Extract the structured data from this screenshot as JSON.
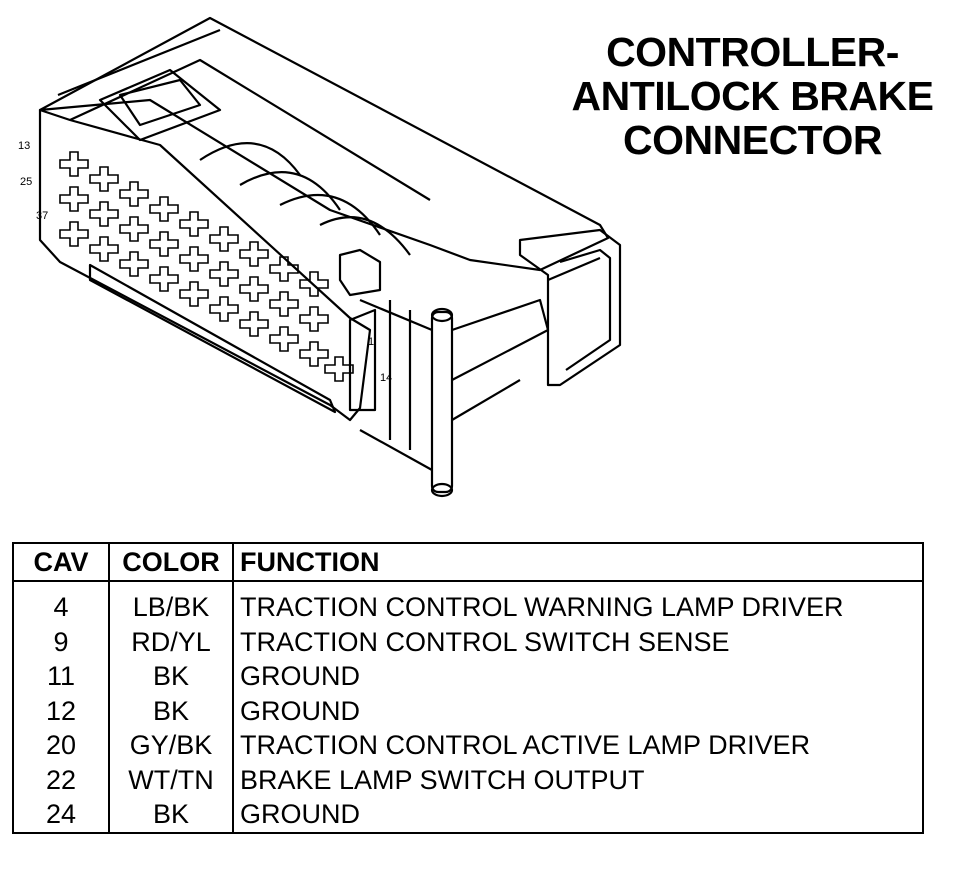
{
  "title": {
    "line1": "CONTROLLER-",
    "line2": "ANTILOCK BRAKE",
    "line3": "CONNECTOR"
  },
  "connector": {
    "pin_labels": [
      "13",
      "25",
      "37",
      "1",
      "14"
    ]
  },
  "table": {
    "headers": {
      "cav": "CAV",
      "color": "COLOR",
      "function": "FUNCTION"
    },
    "rows": [
      {
        "cav": "4",
        "color": "LB/BK",
        "function": "TRACTION CONTROL WARNING LAMP DRIVER"
      },
      {
        "cav": "9",
        "color": "RD/YL",
        "function": "TRACTION CONTROL SWITCH SENSE"
      },
      {
        "cav": "11",
        "color": "BK",
        "function": "GROUND"
      },
      {
        "cav": "12",
        "color": "BK",
        "function": "GROUND"
      },
      {
        "cav": "20",
        "color": "GY/BK",
        "function": "TRACTION CONTROL ACTIVE LAMP DRIVER"
      },
      {
        "cav": "22",
        "color": "WT/TN",
        "function": "BRAKE LAMP SWITCH OUTPUT"
      },
      {
        "cav": "24",
        "color": "BK",
        "function": "GROUND"
      }
    ]
  }
}
